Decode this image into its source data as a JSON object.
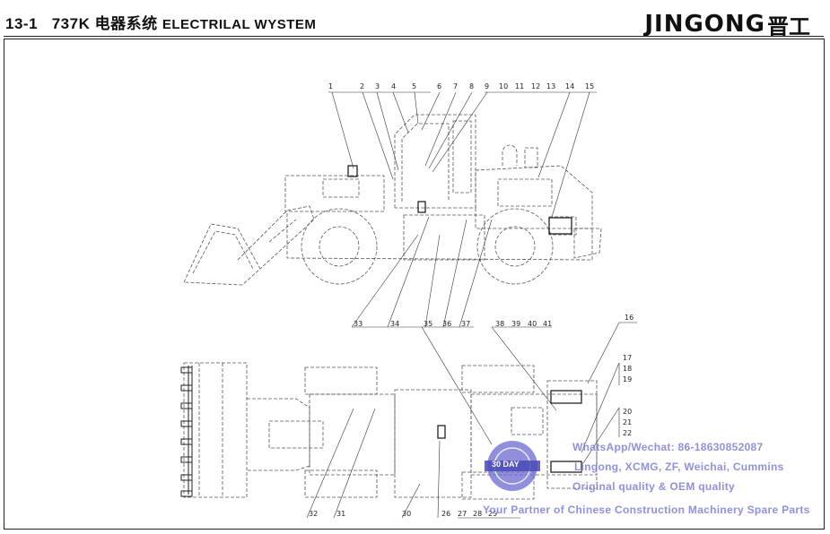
{
  "header": {
    "section": "13-1",
    "model": "737K",
    "title_cn": "电器系统",
    "title_en": "ELECTRILAL WYSTEM"
  },
  "logo": {
    "text": "JINGONG",
    "text_cn": "晋工"
  },
  "callouts_side": [
    "1",
    "2",
    "3",
    "4",
    "5",
    "6",
    "7",
    "8",
    "9",
    "10",
    "11",
    "12",
    "13",
    "14",
    "15",
    "33",
    "34",
    "35",
    "36",
    "37"
  ],
  "callouts_top": [
    "16",
    "17",
    "18",
    "19",
    "20",
    "21",
    "22",
    "26",
    "27",
    "28",
    "29",
    "30",
    "31",
    "32",
    "38",
    "39",
    "40",
    "41"
  ],
  "watermark": {
    "line1": "WhatsApp/Wechat: 86-18630852087",
    "line2": "Lingong, XCMG, ZF, Weichai, Cummins",
    "line3": "Original quality & OEM quality",
    "line4": "Your Partner of Chinese Construction Machinery Spare Parts",
    "badge": "30 DAY"
  }
}
